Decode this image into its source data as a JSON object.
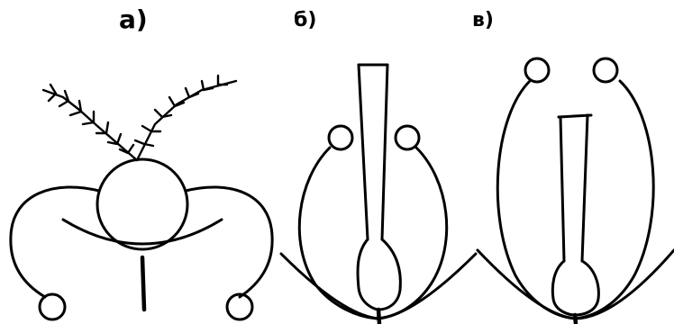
{
  "labels": {
    "a": "а)",
    "b": "б)",
    "v": "в)"
  },
  "colors": {
    "ink": "#000000",
    "background": "#ffffff"
  }
}
